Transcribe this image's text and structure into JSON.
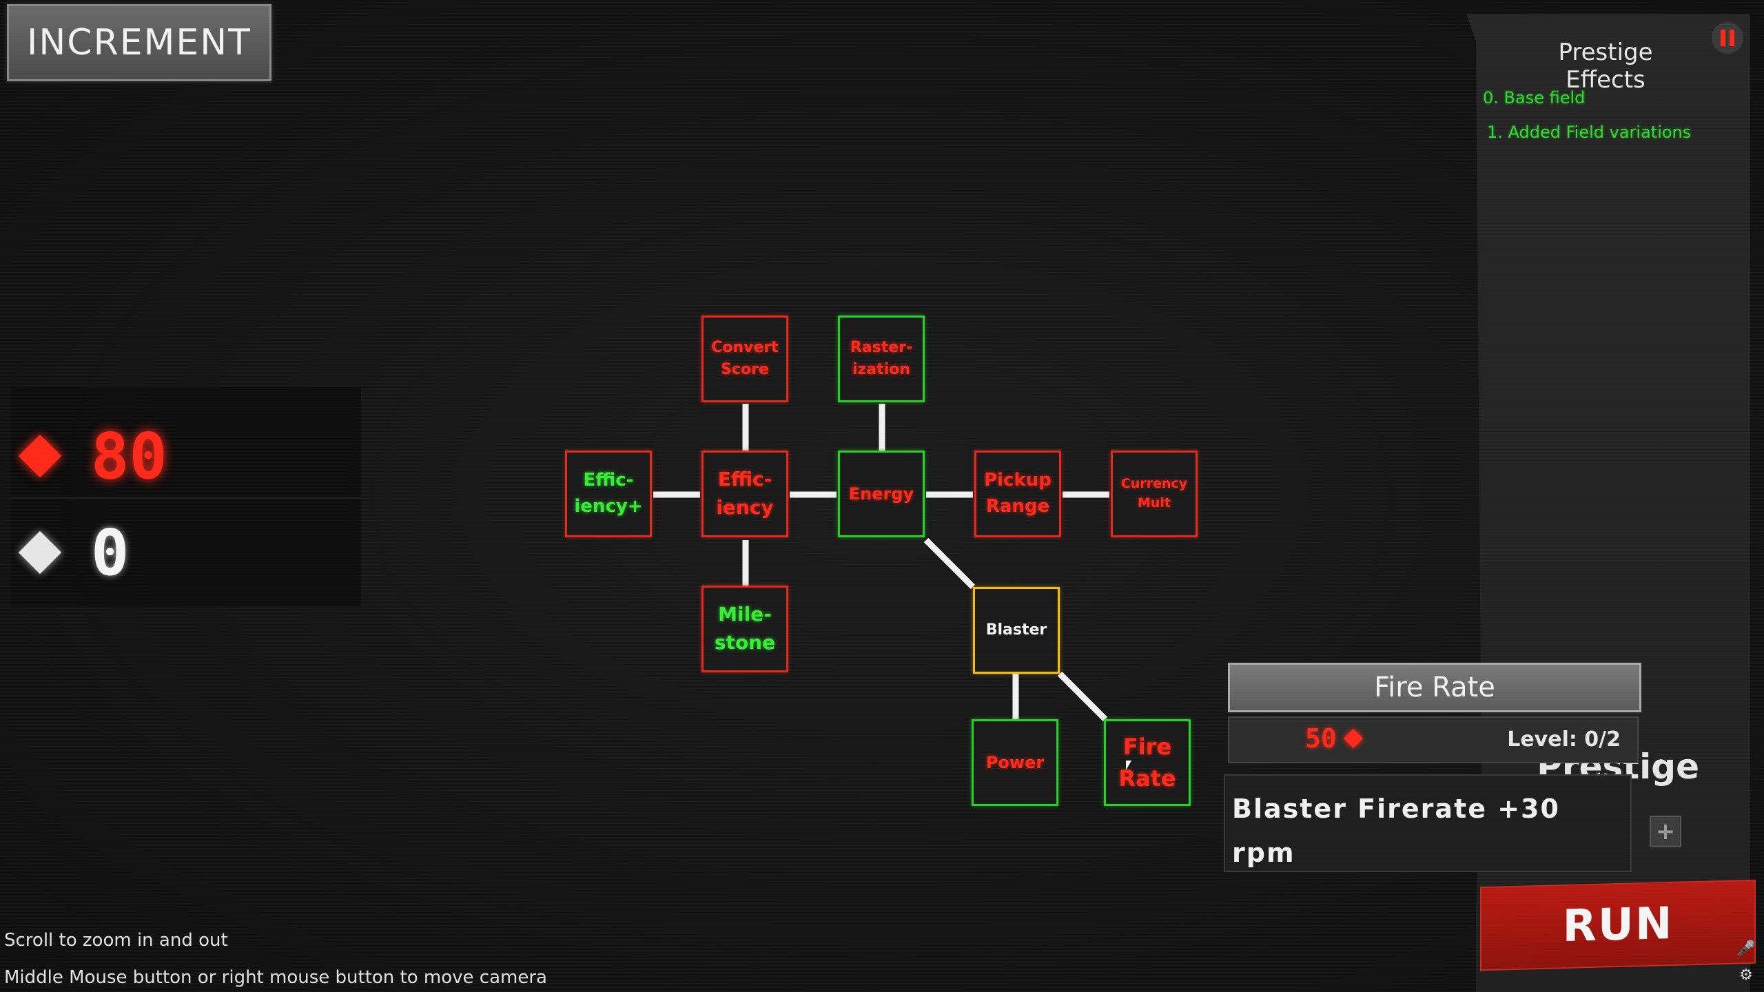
{
  "app": {
    "title": "INCREMENT"
  },
  "currency": {
    "red_value": "80",
    "white_value": "0",
    "red_color": "#ff2a1a",
    "white_color": "#e6e6e6"
  },
  "tree": {
    "nodes": [
      {
        "id": "convert-score",
        "label": "Convert\nScore",
        "border": "red",
        "text": "red"
      },
      {
        "id": "rasterization",
        "label": "Raster-\nization",
        "border": "green",
        "text": "red"
      },
      {
        "id": "efficiency-plus",
        "label": "Effic-\niency+",
        "border": "red",
        "text": "green"
      },
      {
        "id": "efficiency",
        "label": "Effic-\niency",
        "border": "red",
        "text": "red"
      },
      {
        "id": "energy",
        "label": "Energy",
        "border": "green",
        "text": "red"
      },
      {
        "id": "pickup-range",
        "label": "Pickup\nRange",
        "border": "red",
        "text": "red"
      },
      {
        "id": "currency-mult",
        "label": "Currency\nMult",
        "border": "red",
        "text": "red"
      },
      {
        "id": "milestone",
        "label": "Mile-\nstone",
        "border": "red",
        "text": "green"
      },
      {
        "id": "blaster",
        "label": "Blaster",
        "border": "yellow",
        "text": "white"
      },
      {
        "id": "power",
        "label": "Power",
        "border": "green",
        "text": "red"
      },
      {
        "id": "fire-rate",
        "label": "Fire\nRate",
        "border": "green",
        "text": "red"
      }
    ]
  },
  "prestige": {
    "title": "Prestige Effects",
    "effects": [
      "0. Base field",
      "1. Added Field variations"
    ],
    "button_partial": "Prestige",
    "plus_label": "+"
  },
  "upgrade_popup": {
    "title": "Fire Rate",
    "cost": "50",
    "level": "Level: 0/2",
    "description": "Blaster Firerate +30 rpm"
  },
  "run_button": {
    "label": "RUN"
  },
  "hints": {
    "line1": "Scroll to zoom in and out",
    "line2": "Middle Mouse button or right mouse button to move camera"
  },
  "icons": {
    "pause": "pause-icon",
    "mic": "microphone-icon",
    "settings": "settings-icon"
  }
}
